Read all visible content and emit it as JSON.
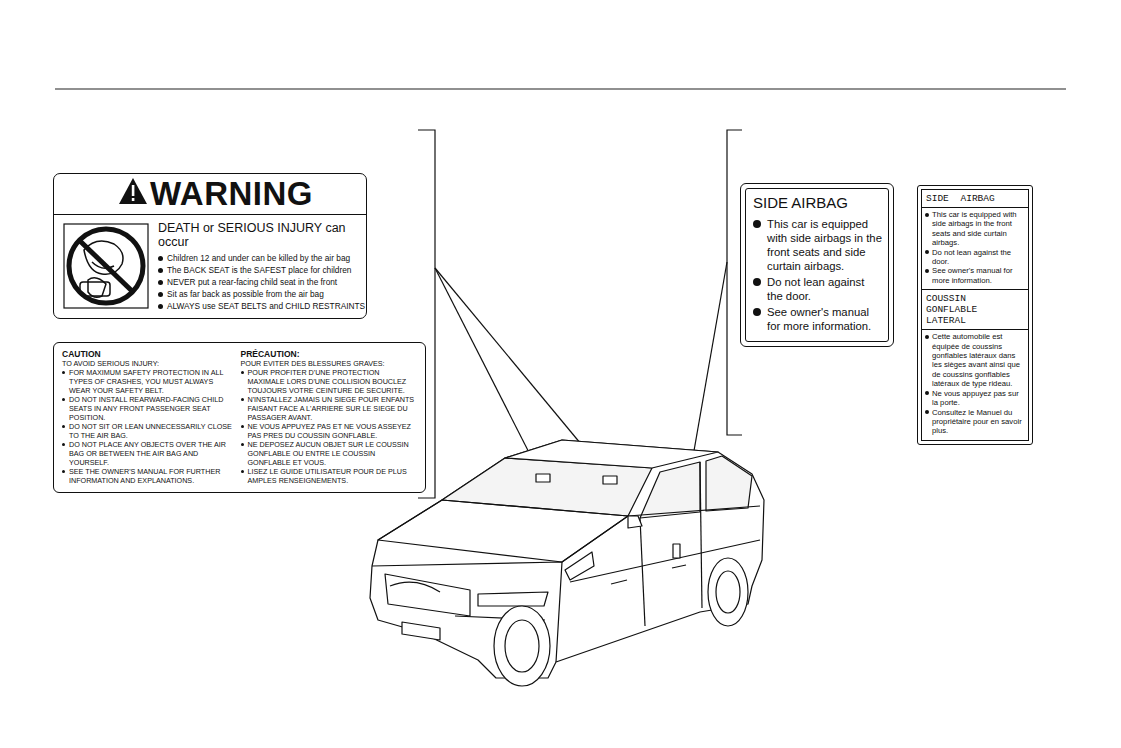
{
  "diagram": {
    "nodes": [
      {
        "text": [
          "WARNING",
          "DEATH or SERIOUS INJURY can occur",
          "Children 12 and under can be killed by the air bag",
          "The BACK SEAT is the SAFEST place for children",
          "NEVER put a rear-facing child seat in the front",
          "Sit as far back as possible from the air bag",
          "ALWAYS use SEAT BELTS and CHILD RESTRAINTS"
        ]
      },
      {
        "text": [
          "CAUTION",
          "TO AVOID SERIOUS INJURY:",
          "FOR MAXIMUM SAFETY PROTECTION IN ALL TYPES OF CRASHES, YOU MUST ALWAYS WEAR YOUR SAFETY BELT.",
          "DO NOT INSTALL REARWARD-FACING CHILD SEATS IN ANY FRONT PASSENGER SEAT POSITION.",
          "DO NOT SIT OR LEAN UNNECESSARILY CLOSE TO THE AIR BAG.",
          "DO NOT PLACE ANY OBJECTS OVER THE AIR BAG OR BETWEEN THE AIR BAG AND YOURSELF.",
          "SEE THE OWNER'S MANUAL FOR FURTHER INFORMATION AND EXPLANATIONS.",
          "PRÉCAUTION:",
          "POUR EVITER DES BLESSURES GRAVES:",
          "POUR PROFITER D'UNE PROTECTION MAXIMALE LORS D'UNE COLLISION BOUCLEZ TOUJOURS VOTRE CEINTURE DE SECURITE.",
          "N'INSTALLEZ JAMAIS UN SIEGE POUR ENFANTS FAISANT FACE A L'ARRIERE SUR LE SIEGE DU PASSAGER AVANT.",
          "NE VOUS APPUYEZ PAS ET NE VOUS ASSEYEZ PAS PRES DU COUSSIN GONFLABLE.",
          "NE DEPOSEZ AUCUN OBJET SUR LE COUSSIN GONFLABLE OU ENTRE LE COUSSIN GONFLABLE ET VOUS.",
          "LISEZ LE GUIDE UTILISATEUR POUR DE PLUS AMPLES RENSEIGNEMENTS."
        ]
      },
      {
        "text": [
          "SIDE AIRBAG",
          "This car is equipped with side airbags in the front seats and side curtain airbags.",
          "Do not lean against the door.",
          "See owner's manual for more information."
        ]
      },
      {
        "text": [
          "SIDE AIRBAG",
          "This car is equipped with side airbags in the front seats and side curtain airbags.",
          "Do not lean against the door.",
          "See owner's manual for more information.",
          "COUSSIN GONFLABLE LATERAL",
          "Cette automobile est équipée de coussins gonflables latéraux dans les sièges avant ainsi que de coussins gonflables latéraux de type rideau.",
          "Ne vous appuyez pas sur la porte.",
          "Consultez le Manuel du propriétaire pour en savoir plus."
        ]
      }
    ]
  }
}
